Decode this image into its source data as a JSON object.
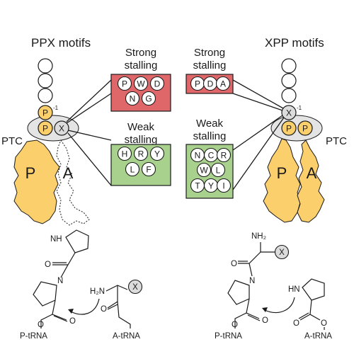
{
  "left_panel": {
    "title": "PPX motifs",
    "ptc_label": "PTC",
    "chain_labels": [
      "P",
      "P",
      "X"
    ],
    "minus_one": "-1",
    "tRNA_labels": [
      "P",
      "A"
    ]
  },
  "right_panel": {
    "title": "XPP motifs",
    "ptc_label": "PTC",
    "chain_labels": [
      "X",
      "P",
      "P"
    ],
    "minus_one": "-1",
    "tRNA_labels": [
      "P",
      "A"
    ]
  },
  "boxes": {
    "left_strong": {
      "label_line1": "Strong",
      "label_line2": "stalling",
      "residues": [
        "P",
        "W",
        "D",
        "N",
        "G"
      ],
      "color": "#e06769"
    },
    "left_weak": {
      "label_line1": "Weak",
      "label_line2": "stalling",
      "residues": [
        "H",
        "R",
        "Y",
        "L",
        "F"
      ],
      "color": "#a9d18e"
    },
    "right_strong": {
      "label_line1": "Strong",
      "label_line2": "stalling",
      "residues": [
        "P",
        "D",
        "A"
      ],
      "color": "#e06769"
    },
    "right_weak": {
      "label_line1": "Weak",
      "label_line2": "stalling",
      "residues": [
        "N",
        "C",
        "R",
        "W",
        "L",
        "T",
        "Y",
        "I"
      ],
      "color": "#a9d18e"
    }
  },
  "left_chem": {
    "nh_top": "NH",
    "n_ring": "N",
    "o_carbonyl": "O",
    "o_ester": "O",
    "o_link": "O",
    "p_trna": "P-tRNA",
    "h2n": "H₂N",
    "x": "X",
    "o_right": "O",
    "a_trna": "A-tRNA"
  },
  "right_chem": {
    "nh2": "NH₂",
    "x": "X",
    "n_ring": "N",
    "o_carbonyl": "O",
    "o_ester": "O",
    "o_link": "O",
    "p_trna": "P-tRNA",
    "hn": "HN",
    "o_right": "O",
    "o_link2": "O",
    "a_trna": "A-tRNA"
  },
  "colors": {
    "strong": "#e06769",
    "weak": "#a9d18e",
    "proline": "#fbcf6b",
    "ptc_gray": "#e4e4e4",
    "x_gray": "#dcdcdc"
  }
}
